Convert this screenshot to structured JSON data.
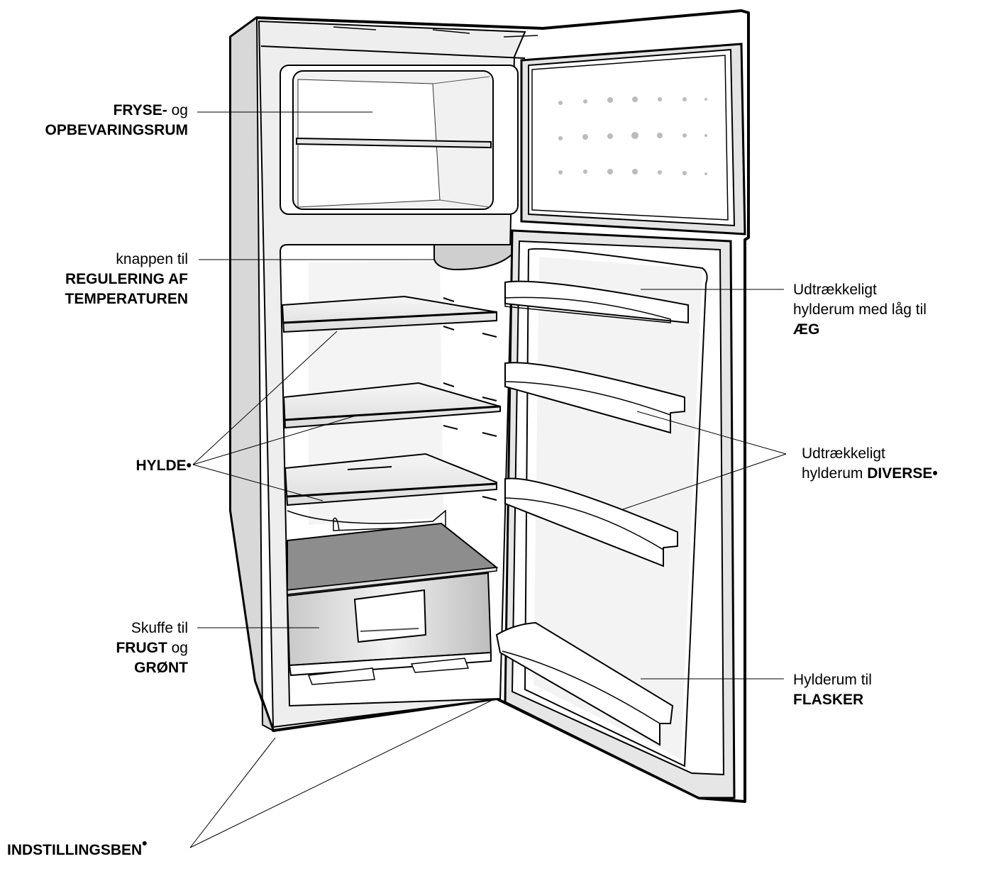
{
  "labels": {
    "fryse": {
      "bold": "FRYSE-",
      "normal": " og",
      "line2": "OPBEVARINGSRUM"
    },
    "knap": {
      "line1": "knappen til",
      "line2": "REGULERING AF",
      "line3": "TEMPERATUREN"
    },
    "hylde": {
      "text": "HYLDE",
      "bullet": "•"
    },
    "skuffe": {
      "line1": "Skuffe til",
      "line2_bold": "FRUGT",
      "line2_normal": " og",
      "line3": "GRØNT"
    },
    "ben": {
      "text": "INDSTILLINGSBEN",
      "bullet": "•"
    },
    "aeg": {
      "line1": "Udtrækkeligt",
      "line2": "hylderum med låg til",
      "line3": "ÆG"
    },
    "diverse": {
      "line1": "Udtrækkeligt",
      "line2_normal": "hylderum ",
      "line2_bold": "DIVERSE",
      "bullet": "•"
    },
    "flasker": {
      "line1": "Hylderum til",
      "line2": "FLASKER"
    }
  }
}
